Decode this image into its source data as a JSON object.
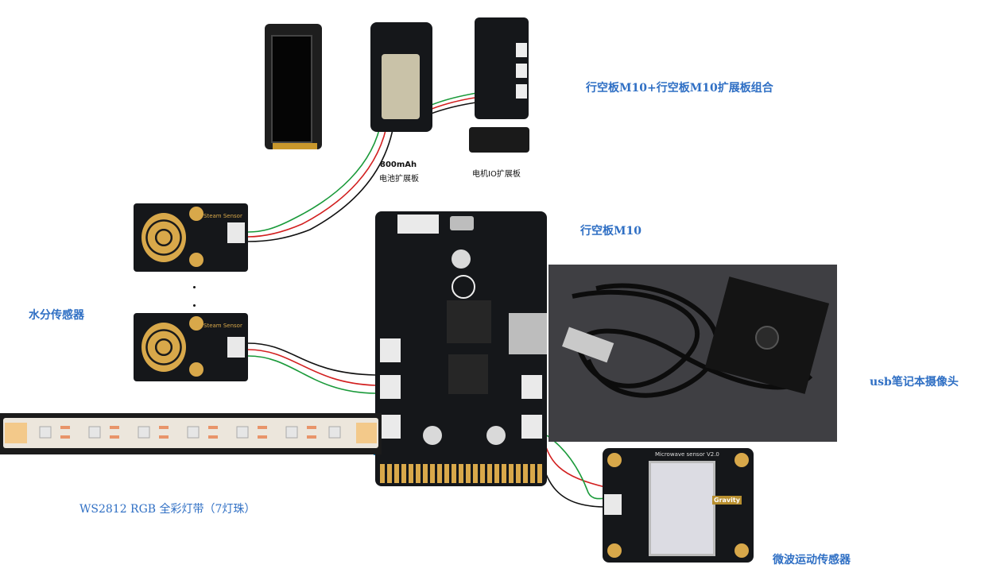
{
  "labels": {
    "combo": "行空板M10+行空板M10扩展板组合",
    "m10": "行空板M10",
    "moisture": "水分传感器",
    "camera": "usb笔记本摄像头",
    "ledstrip": "WS2812 RGB 全彩灯带（7灯珠）",
    "microwave": "微波运动传感器"
  },
  "board_texts": {
    "battery_line1": "800mAh",
    "battery_line2": "电池扩展板",
    "motor": "电机IO扩展板",
    "steam1": "Steam Sensor",
    "steam2": "Steam Sensor",
    "microwave_title": "Microwave sensor V2.0",
    "gravity": "Gravity"
  },
  "colors": {
    "label": "#2f6fc4",
    "pcb": "#15171a",
    "wire_red": "#d21f1f",
    "wire_green": "#1a9a3a",
    "wire_black": "#111111",
    "wire_blue": "#1a8ad0",
    "gold": "#d8a84a"
  },
  "icons": [
    "ws2812-led-icon",
    "usb-camera-icon",
    "touch-pad-icon"
  ]
}
